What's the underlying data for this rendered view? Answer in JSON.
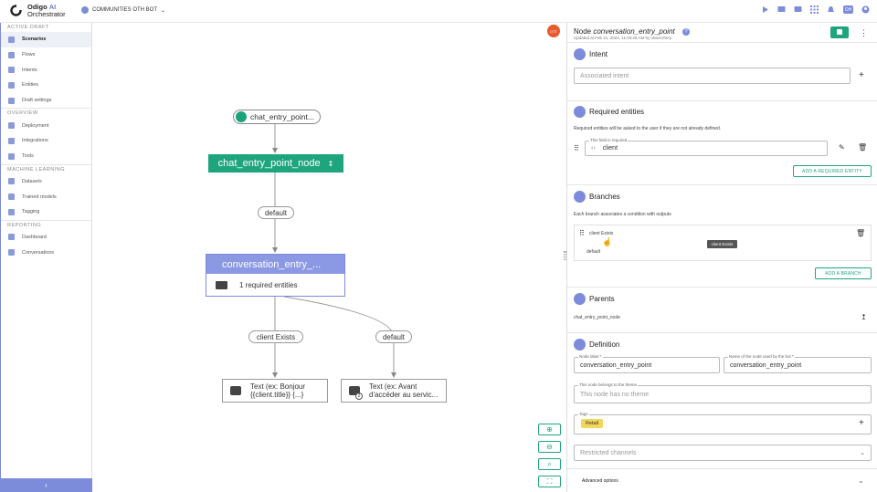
{
  "topbar": {
    "brand_name": "Odigo",
    "brand_ai": "AI",
    "brand_sub": "Orchestrator",
    "project": "COMMUNITIES OTH BOT",
    "avatar": "OH"
  },
  "sidebar": {
    "sections": [
      {
        "title": "ACTIVE DRAFT",
        "items": [
          "Scenarios",
          "Flows",
          "Intents",
          "Entities",
          "Draft settings"
        ]
      },
      {
        "title": "OVERVIEW",
        "items": [
          "Deployment",
          "Integrations",
          "Tools"
        ]
      },
      {
        "title": "MACHINE LEARNING",
        "items": [
          "Datasets",
          "Trained models",
          "Tagging"
        ]
      },
      {
        "title": "REPORTING",
        "items": [
          "Dashboard",
          "Conversations"
        ]
      }
    ],
    "active": "Scenarios",
    "collapse": "‹"
  },
  "canvas": {
    "start": "chat_entry_point...",
    "green_node": "chat_entry_point_node",
    "edge1": "default",
    "conv_title": "conversation_entry_...",
    "conv_body": "1 required entities",
    "edge_left": "client Exists",
    "edge_right": "default",
    "out_left": [
      "Text (ex: Bonjour",
      "{{client.title}} {...}"
    ],
    "out_right": [
      "Text (ex: Avant",
      "d'accéder au servic..."
    ],
    "out_right_badge": "2",
    "orange_badge": "OTT"
  },
  "panel": {
    "title_prefix": "Node",
    "title_node": "conversation_entry_point",
    "subtitle": "Updated at Feb 21, 2024, 11:03:25 AM by olivier.thery",
    "intent": {
      "header": "Intent",
      "placeholder": "Associated intent"
    },
    "required": {
      "header": "Required entities",
      "desc": "Required entities will be asked to the user if they are not already defined.",
      "field_label": "This field is required",
      "value": "client",
      "add": "ADD A REQUIRED ENTITY"
    },
    "branches": {
      "header": "Branches",
      "desc": "Each branch associates a condition with outputs",
      "row1": "client Exists",
      "row2": "default",
      "tooltip": "client Exists",
      "add": "ADD A BRANCH"
    },
    "parents": {
      "header": "Parents",
      "value": "chat_entry_point_node"
    },
    "definition": {
      "header": "Definition",
      "node_label_label": "Node label *",
      "node_label": "conversation_entry_point",
      "bot_name_label": "Name of the node used by the bot *",
      "bot_name": "conversation_entry_point",
      "theme_label": "This node belongs to the theme",
      "theme": "This node has no theme",
      "tags_label": "Tags",
      "tag": "Retail",
      "channels": "Restricted channels",
      "advanced": "Advanced options"
    }
  },
  "colors": {
    "green": "#1fa57e",
    "purple": "#7d8bdb",
    "tag": "#f3d75a"
  }
}
